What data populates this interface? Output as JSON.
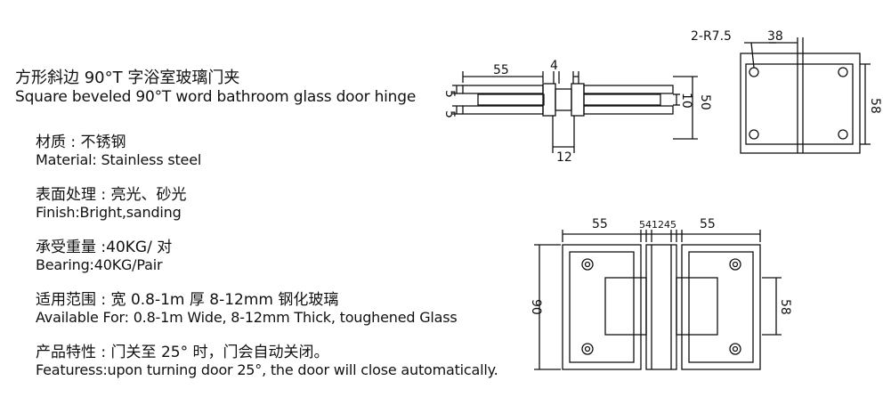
{
  "title": {
    "zh": "方形斜边 90°T 字浴室玻璃门夹",
    "en": "Square beveled 90°T word bathroom glass door hinge"
  },
  "specs": [
    {
      "zh": "材质 : 不锈钢",
      "en": "Material: Stainless steel"
    },
    {
      "zh": "表面处理 : 亮光、砂光",
      "en": "Finish:Bright,sanding"
    },
    {
      "zh": "承受重量 :40KG/ 对",
      "en": "Bearing:40KG/Pair"
    },
    {
      "zh": "适用范围 : 宽 0.8-1m 厚 8-12mm 钢化玻璃",
      "en": "Available For: 0.8-1m Wide, 8-12mm Thick, toughened Glass"
    },
    {
      "zh": "产品特性 : 门关至 25° 时，门会自动关闭。",
      "en": "Featuress:upon turning door 25°, the door will close automatically."
    }
  ],
  "drawing": {
    "top_view": {
      "d55": "55",
      "d4": "4",
      "d5a": "5",
      "d5b": "5",
      "d10": "10",
      "d50": "50",
      "d12": "12"
    },
    "side_view": {
      "radius": "2-R7.5",
      "d38": "38",
      "d58": "58"
    },
    "front_view": {
      "d55_left": "55",
      "d_mid": "541245",
      "d55_right": "55",
      "d90": "90",
      "d58": "58"
    }
  }
}
